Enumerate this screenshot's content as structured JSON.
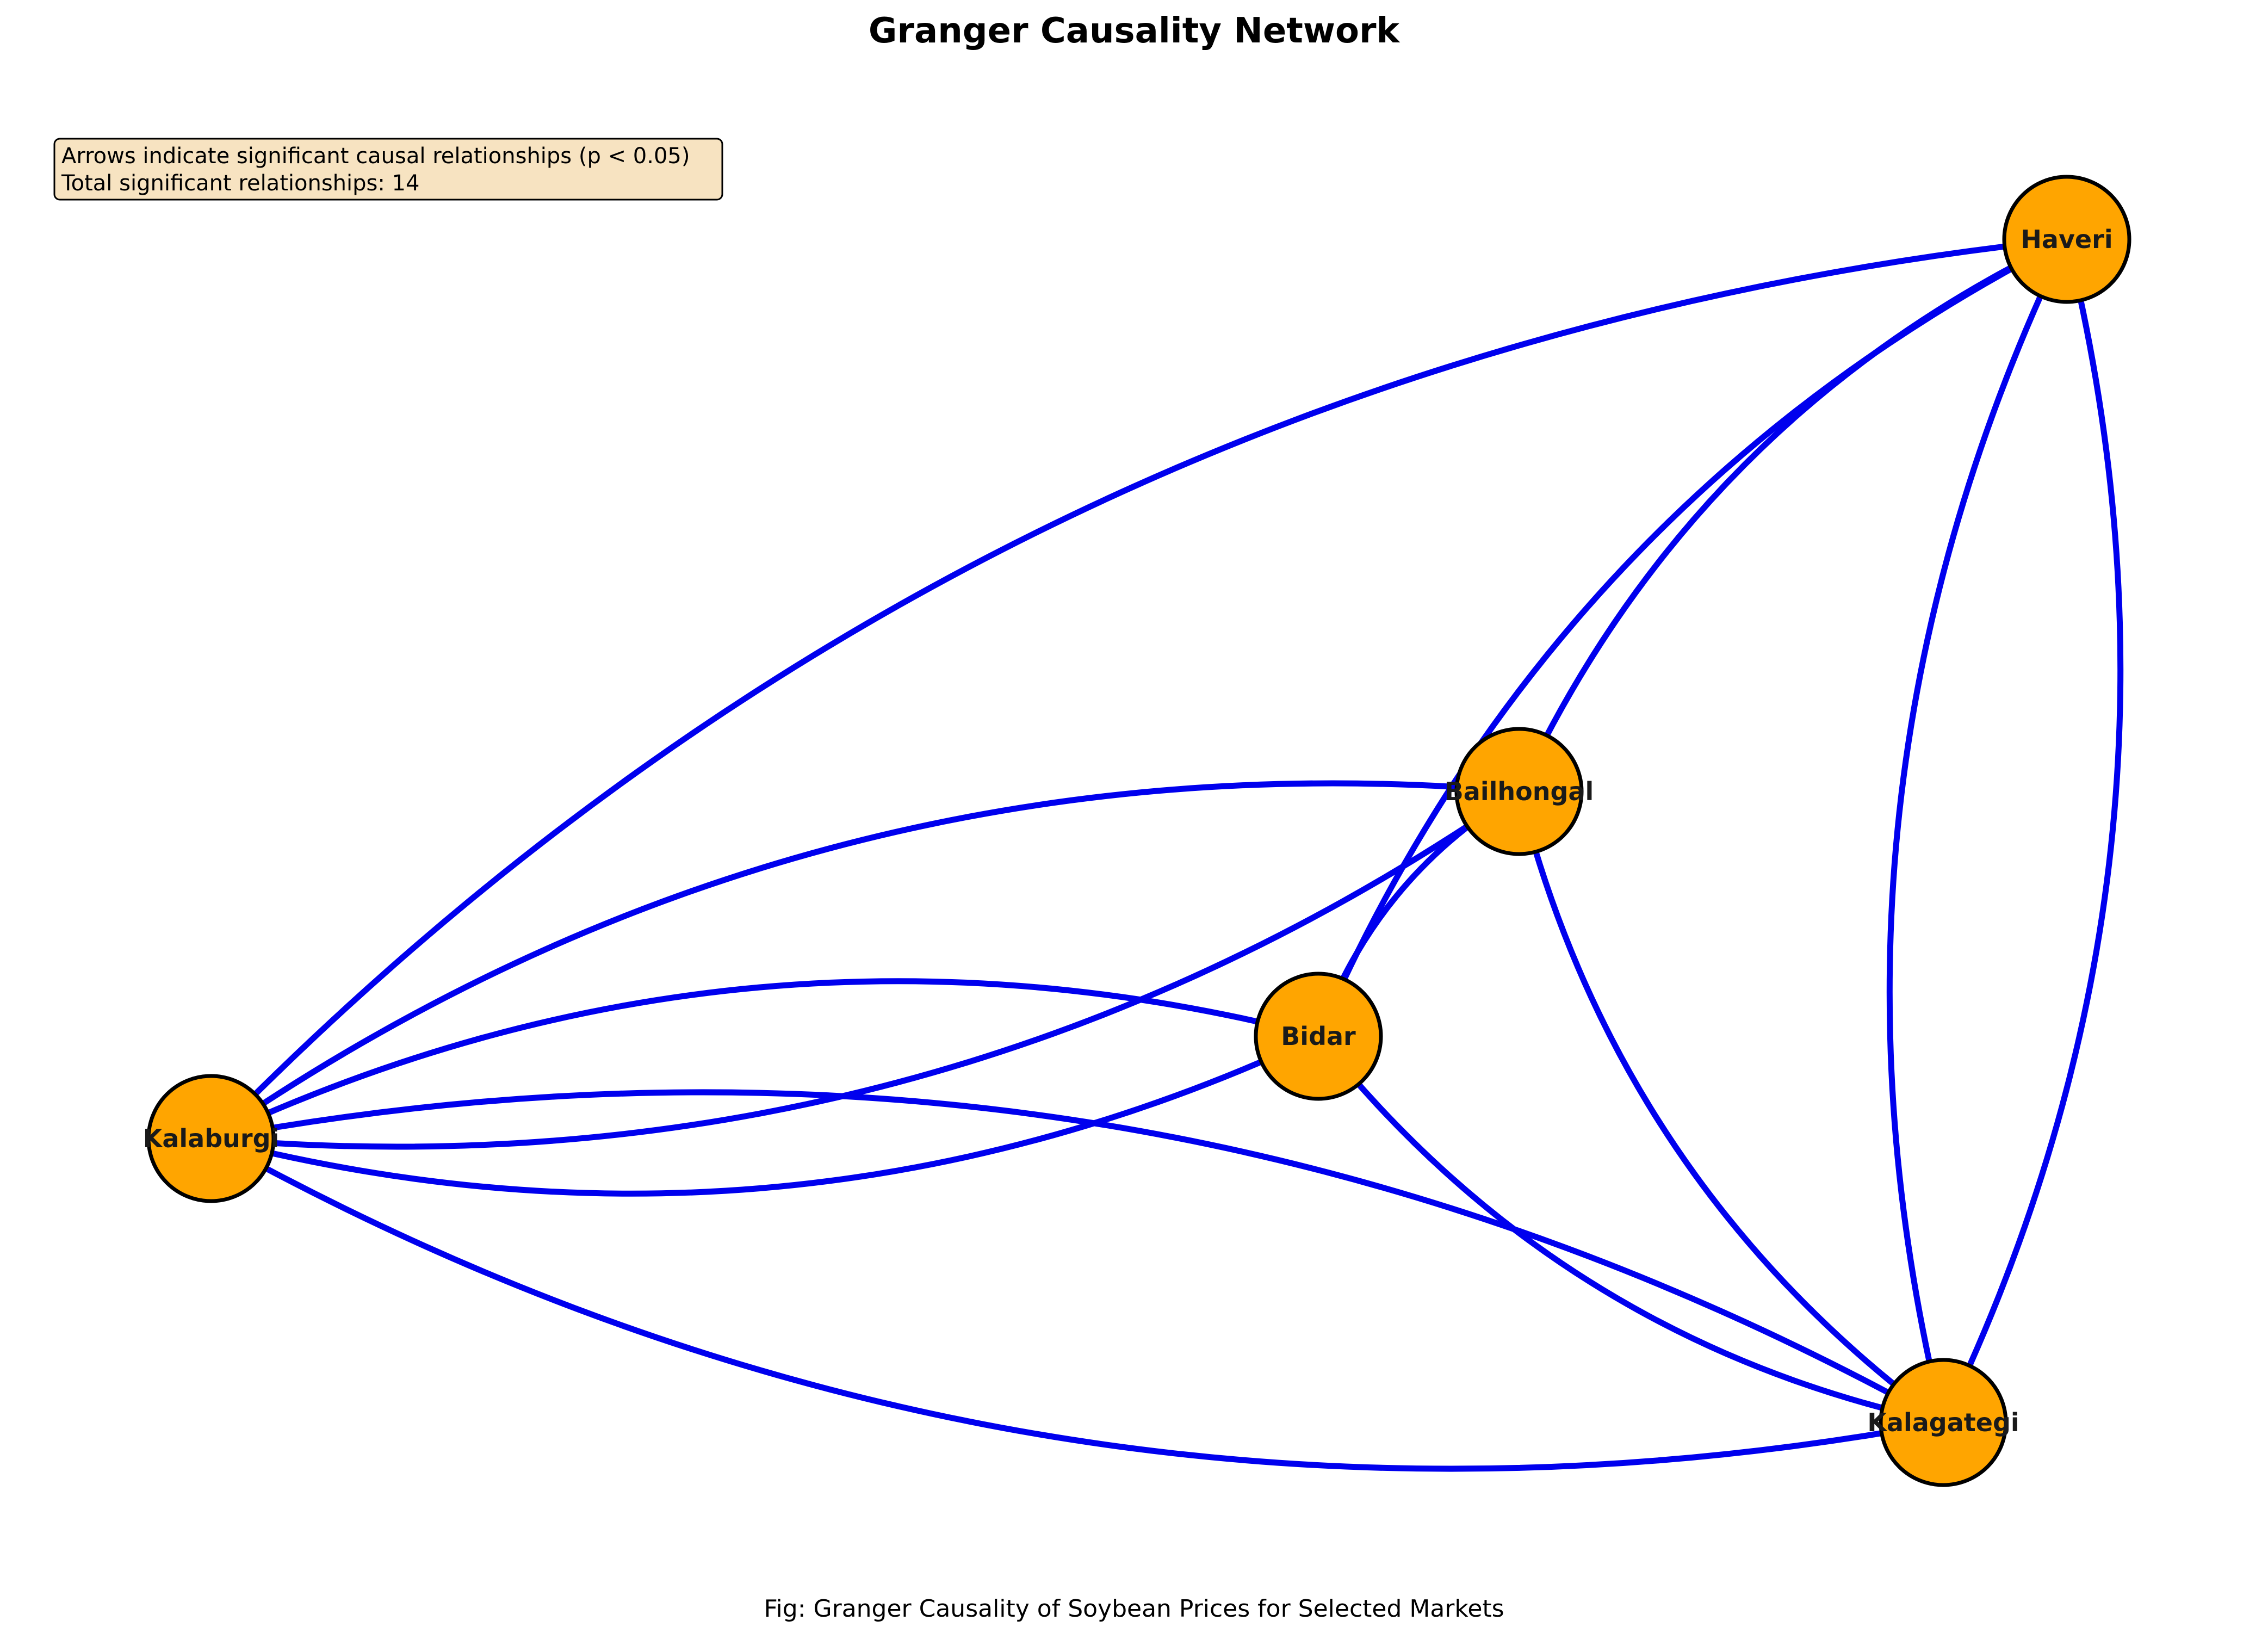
{
  "title": "Granger Causality Network",
  "caption": "Fig: Granger Causality of Soybean Prices for Selected Markets",
  "legend": {
    "line1": "Arrows indicate significant causal relationships (p < 0.05)",
    "line2": "Total significant relationships: 14"
  },
  "colors": {
    "node_fill": "#FFA500",
    "edge": "#0000EE",
    "legend_fill": "#F7E3C1"
  },
  "nodes": [
    {
      "id": "haveri",
      "label": "Haveri"
    },
    {
      "id": "bailhongal",
      "label": "Bailhongal"
    },
    {
      "id": "bidar",
      "label": "Bidar"
    },
    {
      "id": "kalaburgi",
      "label": "Kalaburgi"
    },
    {
      "id": "kalagategi",
      "label": "Kalagategi"
    }
  ],
  "edges": [
    {
      "source": "haveri",
      "target": "kalaburgi"
    },
    {
      "source": "haveri",
      "target": "bailhongal"
    },
    {
      "source": "haveri",
      "target": "bidar"
    },
    {
      "source": "haveri",
      "target": "kalagategi"
    },
    {
      "source": "kalagategi",
      "target": "haveri"
    },
    {
      "source": "bailhongal",
      "target": "kalaburgi"
    },
    {
      "source": "kalaburgi",
      "target": "bailhongal"
    },
    {
      "source": "bailhongal",
      "target": "bidar"
    },
    {
      "source": "bailhongal",
      "target": "kalagategi"
    },
    {
      "source": "bidar",
      "target": "kalaburgi"
    },
    {
      "source": "kalaburgi",
      "target": "bidar"
    },
    {
      "source": "bidar",
      "target": "kalagategi"
    },
    {
      "source": "kalaburgi",
      "target": "kalagategi"
    },
    {
      "source": "kalagategi",
      "target": "kalaburgi"
    }
  ]
}
